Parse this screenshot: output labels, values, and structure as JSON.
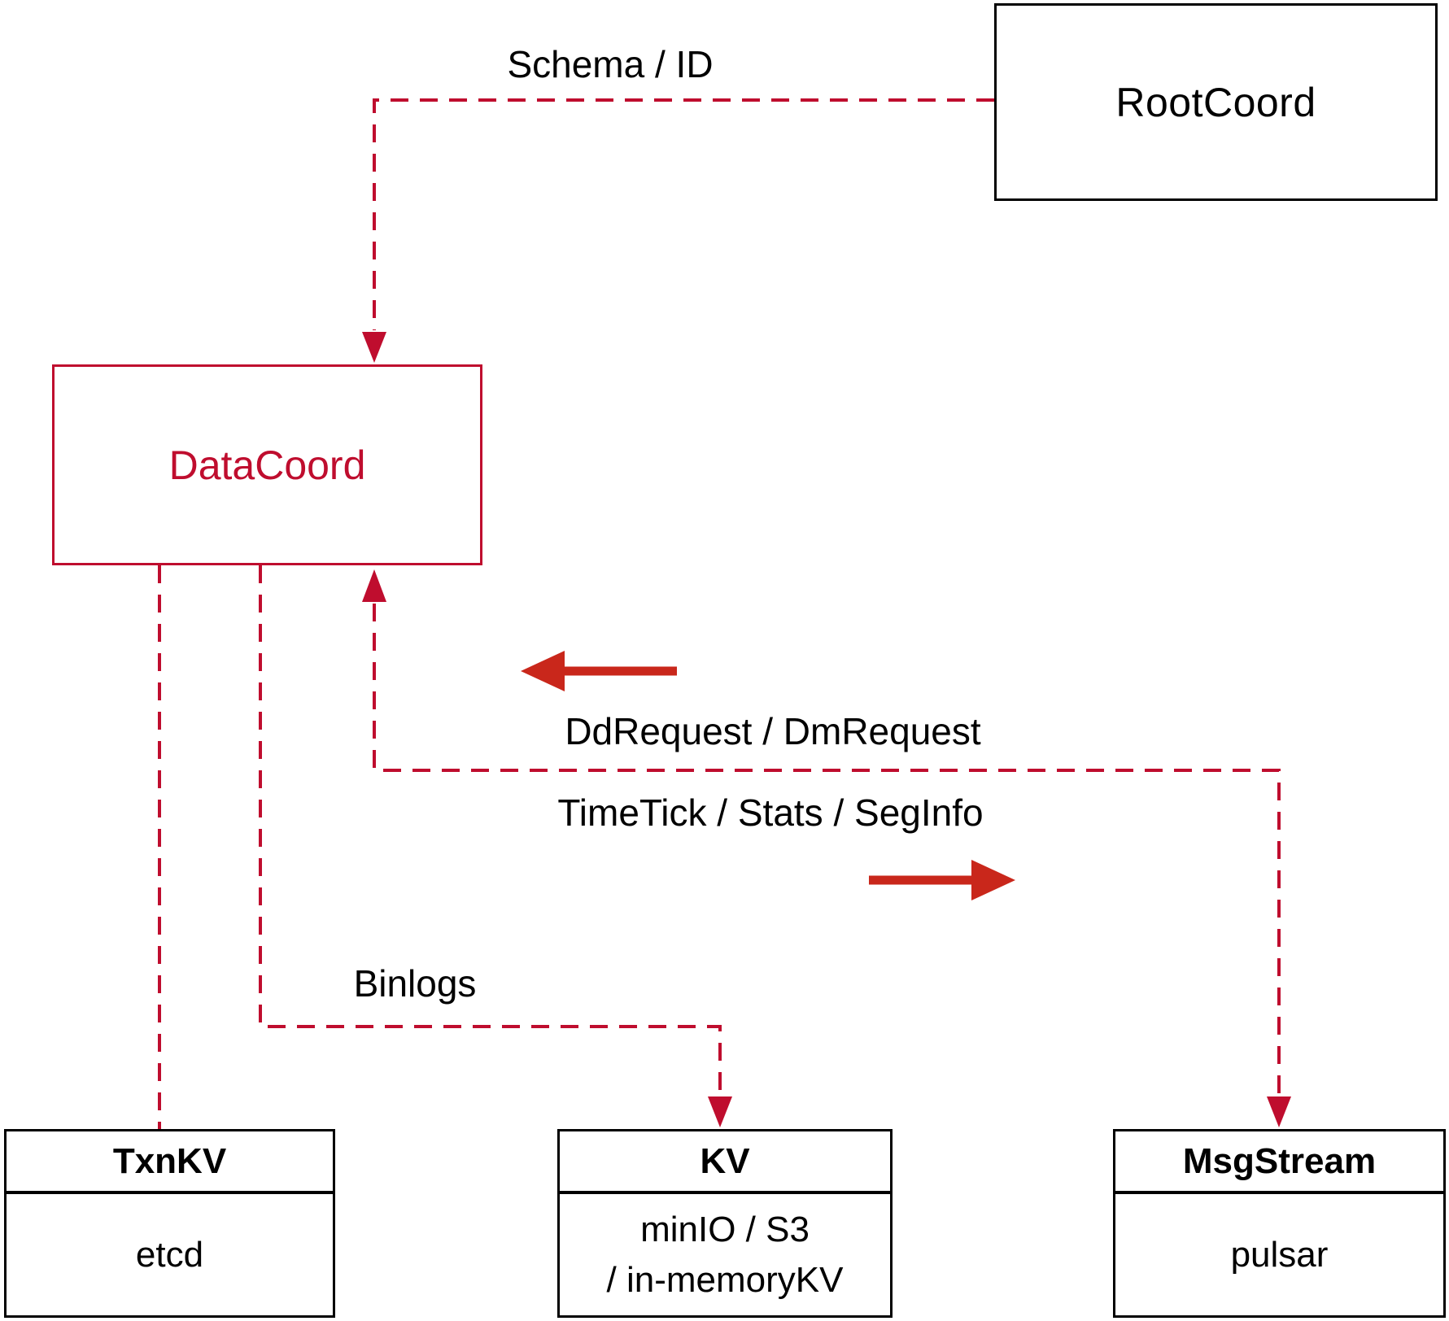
{
  "nodes": {
    "rootcoord": {
      "label": "RootCoord"
    },
    "datacoord": {
      "label": "DataCoord"
    },
    "txnkv": {
      "title": "TxnKV",
      "body": "etcd"
    },
    "kv": {
      "title": "KV",
      "body_line1": "minIO / S3",
      "body_line2": "/ in-memoryKV"
    },
    "msgstream": {
      "title": "MsgStream",
      "body": "pulsar"
    }
  },
  "edges": {
    "schema_id": {
      "label": "Schema / ID"
    },
    "dd_dm": {
      "label": "DdRequest / DmRequest"
    },
    "timetick": {
      "label": "TimeTick / Stats / SegInfo"
    },
    "binlogs": {
      "label": "Binlogs"
    }
  },
  "colors": {
    "dashed_line_crimson": "#bf0d2e",
    "solid_arrow_red": "#c9271b",
    "box_border_black": "#000000",
    "text_black": "#000000",
    "background": "#ffffff"
  }
}
